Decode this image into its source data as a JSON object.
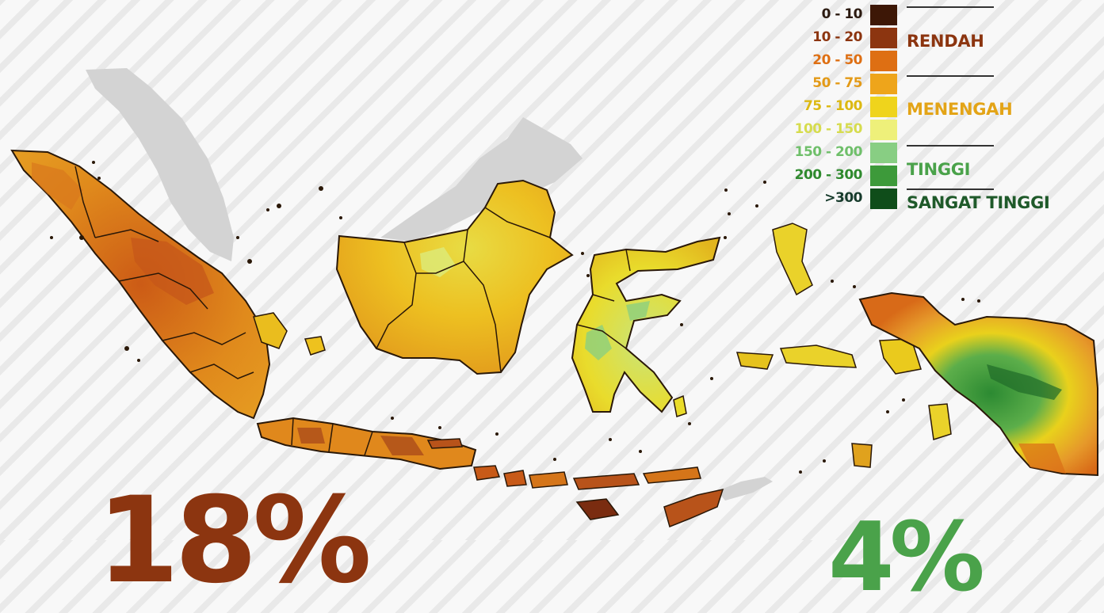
{
  "legend": {
    "items": [
      {
        "range": "0 - 10",
        "color": "#3d1706",
        "text_color": "#2b1a10"
      },
      {
        "range": "10 - 20",
        "color": "#8c3510",
        "text_color": "#8c3510"
      },
      {
        "range": "20 - 50",
        "color": "#de6f13",
        "text_color": "#de6f13"
      },
      {
        "range": "50 - 75",
        "color": "#eea51b",
        "text_color": "#e39a17"
      },
      {
        "range": "75 - 100",
        "color": "#efd41c",
        "text_color": "#dcb912"
      },
      {
        "range": "100 - 150",
        "color": "#eef07a",
        "text_color": "#d6dc4e"
      },
      {
        "range": "150 - 200",
        "color": "#88ce83",
        "text_color": "#6fbf6a"
      },
      {
        "range": "200 - 300",
        "color": "#3d9a3a",
        "text_color": "#2f8a2e"
      },
      {
        "range": ">300",
        "color": "#0f4d1a",
        "text_color": "#173b2c"
      }
    ],
    "categories": [
      {
        "label": "RENDAH",
        "color": "#8c3510"
      },
      {
        "label": "MENENGAH",
        "color": "#e3a417"
      },
      {
        "label": "TINGGI",
        "color": "#4aa24a"
      },
      {
        "label": "SANGAT TINGGI",
        "color": "#1f5a2a"
      }
    ]
  },
  "stats": {
    "left": {
      "text": "18%",
      "color": "#8c3510"
    },
    "right": {
      "text": "4%",
      "color": "#4aa24a"
    }
  },
  "colors": {
    "border": "#2a1808",
    "neighbor_land": "#d3d3d3",
    "background": "#f7f7f7"
  }
}
